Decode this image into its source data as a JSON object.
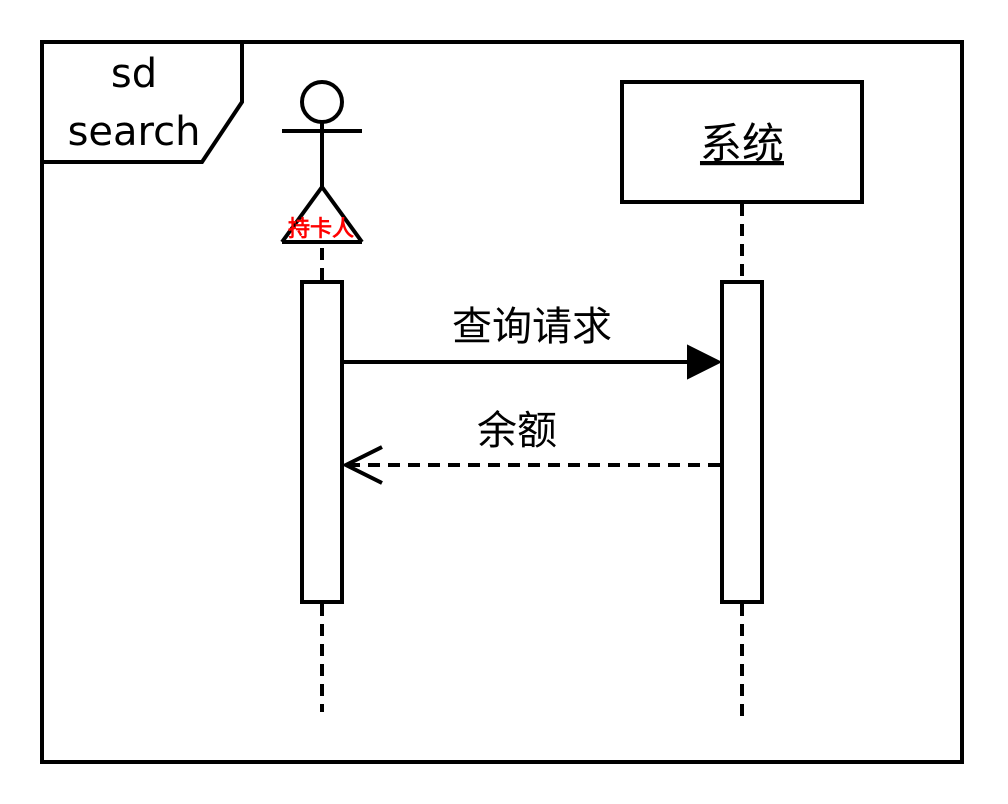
{
  "frame": {
    "operator": "sd",
    "name": "search"
  },
  "participants": [
    {
      "id": "actor",
      "kind": "actor",
      "label": "持卡人",
      "label_color": "#ff0000"
    },
    {
      "id": "system",
      "kind": "object",
      "label": "系统"
    }
  ],
  "messages": [
    {
      "from": "actor",
      "to": "system",
      "label": "查询请求",
      "style": "synchronous"
    },
    {
      "from": "system",
      "to": "actor",
      "label": "余额",
      "style": "reply"
    }
  ],
  "colors": {
    "stroke": "#000000",
    "actor_label": "#ff0000",
    "background": "#ffffff"
  }
}
